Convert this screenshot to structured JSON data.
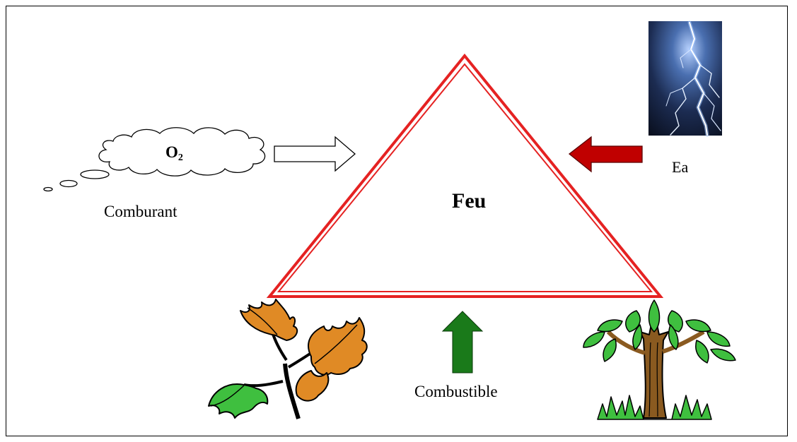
{
  "diagram": {
    "center_label": "Feu",
    "oxygen": {
      "symbol": "O",
      "subscript": "2",
      "caption": "Comburant"
    },
    "energy": {
      "caption": "Ea"
    },
    "fuel": {
      "caption": "Combustible"
    },
    "colors": {
      "triangle": "#e52222",
      "energy_arrow": "#c00000",
      "fuel_arrow": "#1a7a1a",
      "oxygen_arrow": "#ffffff",
      "leaf_orange": "#e08a25",
      "leaf_green": "#3fbf3f",
      "tree_trunk": "#8a5a20",
      "lightning_sky": "#14203a"
    }
  }
}
